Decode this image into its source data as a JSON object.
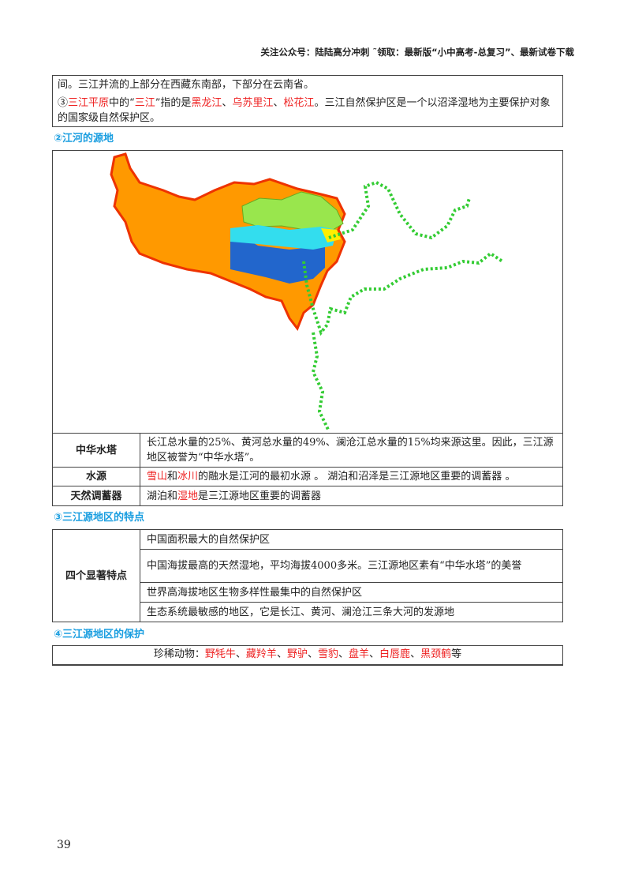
{
  "header": "关注公众号：陆陆高分冲刺 ˜领取：最新版“小中高考-总复习”、最新试卷下载",
  "intro": {
    "line1": "间。三江并流的上部分在西藏东南部，下部分在云南省。",
    "para2": [
      {
        "t": "③",
        "red": false
      },
      {
        "t": "三江平原",
        "red": true
      },
      {
        "t": "中的“",
        "red": false
      },
      {
        "t": "三江",
        "red": true
      },
      {
        "t": "”指的是",
        "red": false
      },
      {
        "t": "黑龙江",
        "red": true
      },
      {
        "t": "、",
        "red": false
      },
      {
        "t": "乌苏里江",
        "red": true
      },
      {
        "t": "、",
        "red": false
      },
      {
        "t": "松花江",
        "red": true
      },
      {
        "t": "。三江自然保护区是一个以沼泽湿地为主要保护对象的国家级自然保护区。",
        "red": false
      }
    ]
  },
  "section2": {
    "title": "②江河的源地",
    "rows": [
      {
        "key": "中华水塔",
        "value": [
          {
            "t": "长江总水量的25%、黄河总水量的49%、澜沧江总水量的15%均来源这里。因此，三江源地区被誉为“中华水塔”。",
            "red": false
          }
        ]
      },
      {
        "key": "水源",
        "value": [
          {
            "t": "雪山",
            "red": true
          },
          {
            "t": "和",
            "red": false
          },
          {
            "t": "冰川",
            "red": true
          },
          {
            "t": "的融水是江河的最初水源 。 湖泊和沼泽是三江源地区重要的调蓄器 。",
            "red": false
          }
        ]
      },
      {
        "key": "天然调蓄器",
        "value": [
          {
            "t": "湖泊和",
            "red": false
          },
          {
            "t": "湿地",
            "red": true
          },
          {
            "t": "是三江源地区重要的调蓄器",
            "red": false
          }
        ]
      }
    ]
  },
  "section3": {
    "title": "③三江源地区的特点",
    "key": "四个显著特点",
    "items": [
      "中国面积最大的自然保护区",
      "中国海拔最高的天然湿地，平均海拔4000多米。三江源地区素有“中华水塔”的美誉",
      "世界高海拔地区生物多样性最集中的自然保护区",
      "生态系统最敏感的地区，它是长江、黄河、澜沧江三条大河的发源地"
    ]
  },
  "section4": {
    "title": "④三江源地区的保护",
    "line": [
      {
        "t": "珍稀动物：",
        "red": false
      },
      {
        "t": "野牦牛",
        "red": true
      },
      {
        "t": "、",
        "red": false
      },
      {
        "t": "藏羚羊",
        "red": true
      },
      {
        "t": "、",
        "red": false
      },
      {
        "t": "野驴",
        "red": true
      },
      {
        "t": "、",
        "red": false
      },
      {
        "t": "雪豹",
        "red": true
      },
      {
        "t": "、",
        "red": false
      },
      {
        "t": "盘羊",
        "red": true
      },
      {
        "t": "、",
        "red": false
      },
      {
        "t": "白唇鹿",
        "red": true
      },
      {
        "t": "、",
        "red": false
      },
      {
        "t": "黑颈鹤",
        "red": true
      },
      {
        "t": "等",
        "red": false
      }
    ]
  },
  "page_number": "39",
  "colors": {
    "accent": "#1a9ee0",
    "highlight": "#ee2222",
    "map_orange": "#ff9900",
    "map_green": "#99e64d",
    "map_cyan": "#33ddee"
  }
}
